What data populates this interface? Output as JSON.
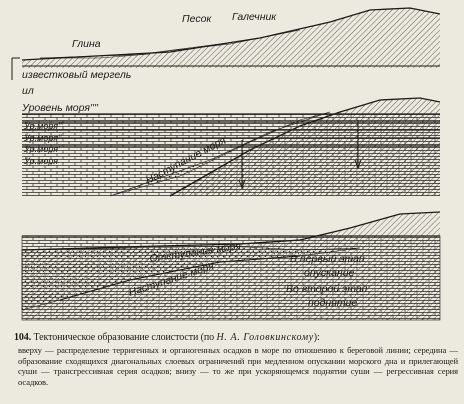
{
  "top_diagram": {
    "label_sand": "Песок",
    "label_gravel": "Галечник",
    "label_clay": "Глина",
    "label_marl": "известковый мергель",
    "label_silt": "ил"
  },
  "middle_diagram": {
    "label_sea_level": "Уровень моря''''",
    "label_sea_level_1": "Ур.моря'''",
    "label_sea_level_2": "Ур.моря''",
    "label_sea_level_3": "Ур.моря'",
    "label_sea_level_4": "Ур.моря",
    "label_advance": "Наступание моря"
  },
  "bottom_diagram": {
    "label_retreat": "Отступание моря",
    "label_advance": "Наступание моря",
    "stage1_line1": "В первый этап",
    "stage1_line2": "опускание",
    "stage2_line1": "Во второй этап",
    "stage2_line2": "поднятие"
  },
  "caption": {
    "number": "104.",
    "title": "Тектоническое образование слоистости (по",
    "author": "Н. А. Головкинскому",
    "title_end": "):",
    "body": "вверху — распределение терригенных и органогенных осадков в море по отношению к береговой линии; середина — образование сходящихся диагональных слоевых ограничений при медленном опускании морского дна и прилегающей суши — трансгрессивная серия осадков; внизу — то же при ускоряющемся поднятии суши — регрессивная серия осадков."
  },
  "colors": {
    "paper": "#ece9df",
    "ink": "#1d1b17"
  }
}
